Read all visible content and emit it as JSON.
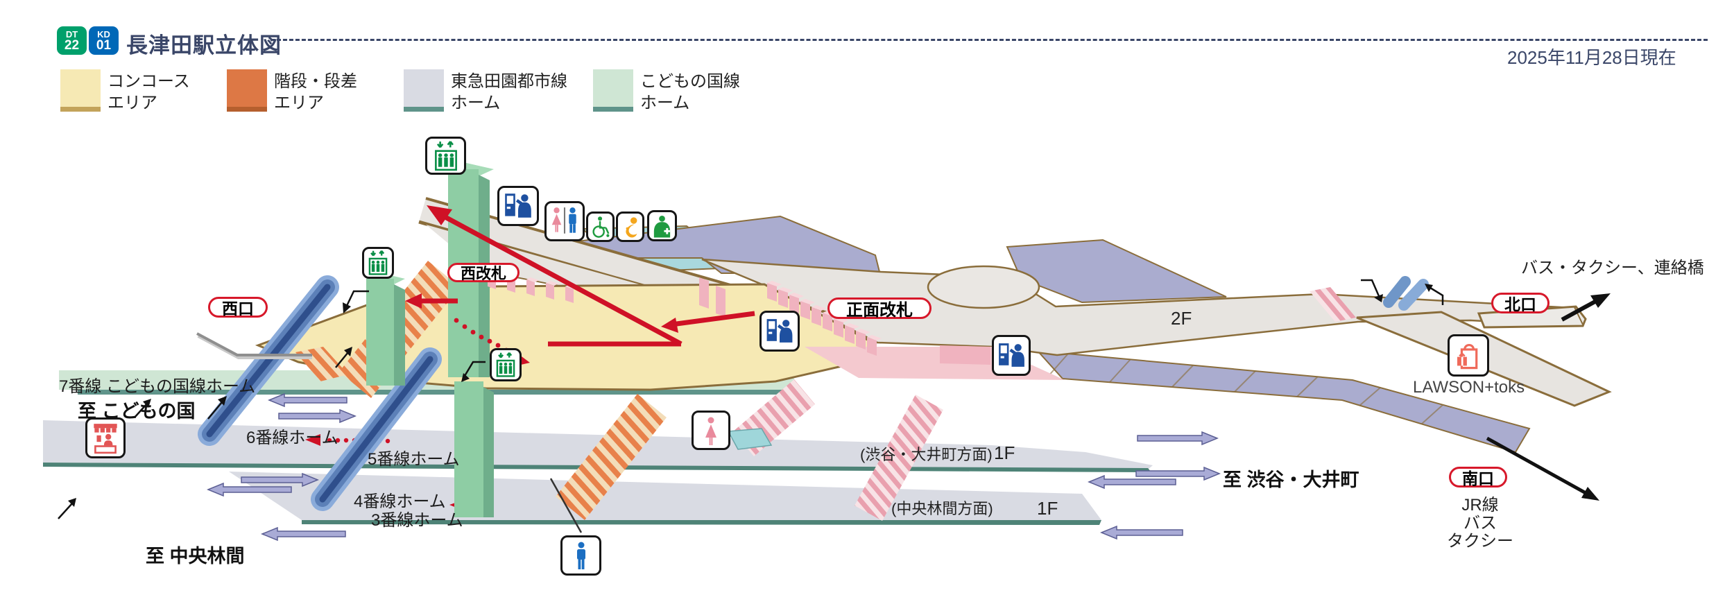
{
  "header": {
    "badge1_line": "DT",
    "badge1_num": "22",
    "badge1_color": "#00a06b",
    "badge2_line": "KD",
    "badge2_num": "01",
    "badge2_color": "#0068b7",
    "title": "長津田駅立体図",
    "date": "2025年11月28日現在"
  },
  "legend": [
    {
      "l1": "コンコース",
      "l2": "エリア",
      "color": "#f6e9b4",
      "edge": "#c3a35a"
    },
    {
      "l1": "階段・段差",
      "l2": "エリア",
      "color": "#dd7845",
      "edge": "#b55f2e"
    },
    {
      "l1": "東急田園都市線",
      "l2": "ホーム",
      "color": "#d9dbe3",
      "edge": "#5f948a"
    },
    {
      "l1": "こどもの国線",
      "l2": "ホーム",
      "color": "#cfe6d4",
      "edge": "#5f948a"
    }
  ],
  "labels": {
    "west_gate": "西改札",
    "main_gate": "正面改札",
    "west_exit": "西口",
    "north_exit": "北口",
    "south_exit": "南口",
    "p7": "7番線 こどもの国線ホーム",
    "p6": "6番線ホーム",
    "p5": "5番線ホーム",
    "p4": "4番線ホーム",
    "p3": "3番線ホーム",
    "to_kodomo": "至 こどもの国",
    "to_chuorinkan": "至 中央林間",
    "to_shibuya": "至 渋谷・大井町",
    "dir_shibuya": "(渋谷・大井町方面)",
    "dir_chuorinkan": "(中央林間方面)",
    "floor_2f": "2F",
    "floor_1f_a": "1F",
    "floor_1f_b": "1F",
    "north_note": "バス・タクシー、連絡橋",
    "south_jr": "JR線",
    "south_bus": "バス",
    "south_taxi": "タクシー",
    "shop": "LAWSON+toks"
  },
  "colors": {
    "accent_red": "#d7182a",
    "route_red": "#cf1126",
    "concourse": "#f6e9b4",
    "stairs_orange": "#e8814a",
    "dentoshi_platform": "#d9dbe3",
    "kodomo_platform": "#cfe6d4",
    "building_periwinkle": "#aaaccf",
    "walkway_gray": "#e7e4e0",
    "gate_pink": "#f0b3bf",
    "escalator_blue": "#5c80b8",
    "pillar_green": "#8ecda4"
  },
  "icons": [
    "elevator-icon",
    "ticket-machine-icon",
    "restroom-icon",
    "wheelchair-icon",
    "baby-icon",
    "nursing-room-icon",
    "womens-toilet-icon",
    "mens-toilet-icon",
    "kiosk-icon",
    "shop-bag-icon"
  ]
}
